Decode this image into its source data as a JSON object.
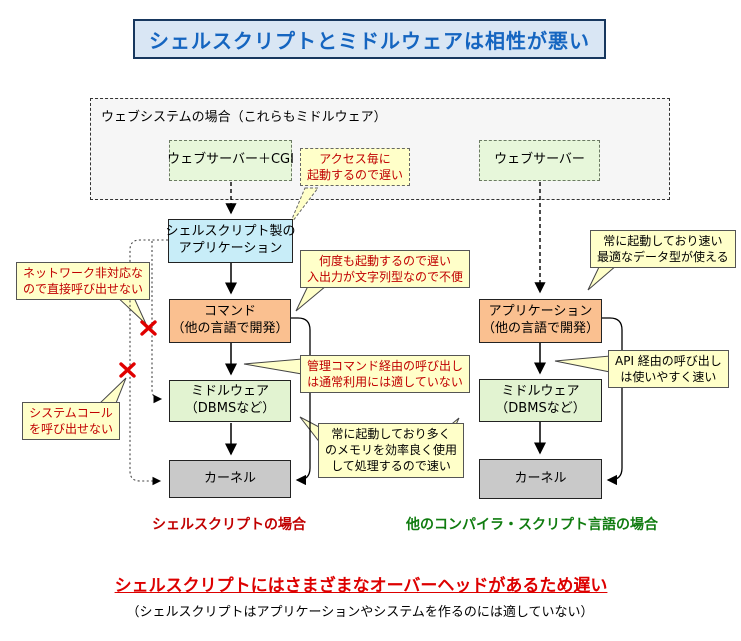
{
  "title": "シェルスクリプトとミドルウェアは相性が悪い",
  "web_system_group": {
    "label": "ウェブシステムの場合（これらもミドルウェア）",
    "web_server_cgi": "ウェブサーバー＋CGI",
    "web_server": "ウェブサーバー"
  },
  "left_column": {
    "shell_app": {
      "lines": [
        "シェルスクリプト製の",
        "アプリケーション"
      ]
    },
    "command": {
      "lines": [
        "コマンド",
        "（他の言語で開発）"
      ]
    },
    "middleware": {
      "lines": [
        "ミドルウェア",
        "（DBMSなど）"
      ]
    },
    "kernel": "カーネル",
    "caption": "シェルスクリプトの場合"
  },
  "right_column": {
    "application": {
      "lines": [
        "アプリケーション",
        "（他の言語で開発）"
      ]
    },
    "middleware": {
      "lines": [
        "ミドルウェア",
        "（DBMSなど）"
      ]
    },
    "kernel": "カーネル",
    "caption": "他のコンパイラ・スクリプト言語の場合"
  },
  "callouts": {
    "access_slow": {
      "lines": [
        "アクセス毎に",
        "起動するので遅い"
      ]
    },
    "launch_slow": {
      "lines": [
        "何度も起動するので遅い",
        "入出力が文字列型なので不便"
      ]
    },
    "admin_command": {
      "lines": [
        "管理コマンド経由の呼び出し",
        "は通常利用には適していない"
      ]
    },
    "memory_fast": {
      "lines": [
        "常に起動しており多く",
        "のメモリを効率良く使用",
        "して処理するので速い"
      ]
    },
    "network_na": {
      "lines": [
        "ネットワーク非対応な",
        "ので直接呼び出せない"
      ]
    },
    "syscall_na": {
      "lines": [
        "システムコール",
        "を呼び出せない"
      ]
    },
    "always_fast": {
      "lines": [
        "常に起動しており速い",
        "最適なデータ型が使える"
      ]
    },
    "api_fast": {
      "lines": [
        "API 経由の呼び出し",
        "は使いやすく速い"
      ]
    }
  },
  "footer": {
    "heading": "シェルスクリプトにはさまざまなオーバーヘッドがあるため遅い",
    "note": "（シェルスクリプトはアプリケーションやシステムを作るのには適していない）"
  },
  "colors": {
    "title_text": "#1565C0",
    "title_bg": "#D9E6F4",
    "negative_text": "#C00000",
    "caption_green": "#107C10",
    "heading_red": "#DD0000",
    "callout_bg": "#FFFFC9",
    "orange_box": "#FAC090",
    "cyan_box": "#C8EDF8",
    "green_box": "#E2F3D1",
    "gray_box": "#C9C9C9",
    "cross_red": "#E00000"
  }
}
